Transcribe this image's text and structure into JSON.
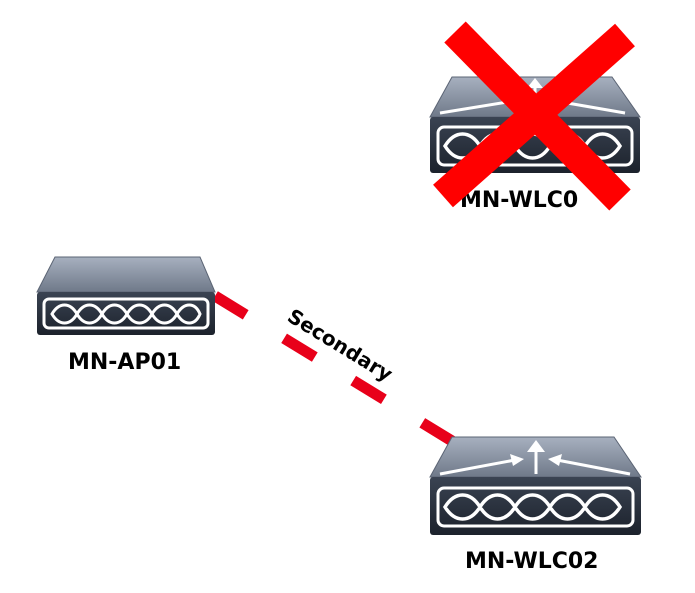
{
  "devices": {
    "ap": {
      "label": "MN-AP01",
      "type": "access-point"
    },
    "wlc02": {
      "label": "MN-WLC02",
      "type": "wireless-lan-controller"
    },
    "wlc01": {
      "label": "MN-WLC0",
      "type": "wireless-lan-controller",
      "status": "failed"
    }
  },
  "links": {
    "secondary": {
      "label": "Secondary",
      "from": "MN-AP01",
      "to": "MN-WLC02",
      "style": "dashed"
    }
  },
  "colors": {
    "link": "#e8001a",
    "failure_mark": "#ff0000",
    "device_body": "#2d3542",
    "device_top": "#8a93a3",
    "device_detail": "#ffffff",
    "label": "#000000"
  },
  "icons": {
    "failure": "x-mark-icon",
    "access_point": "access-point-icon",
    "controller": "wireless-controller-icon"
  }
}
